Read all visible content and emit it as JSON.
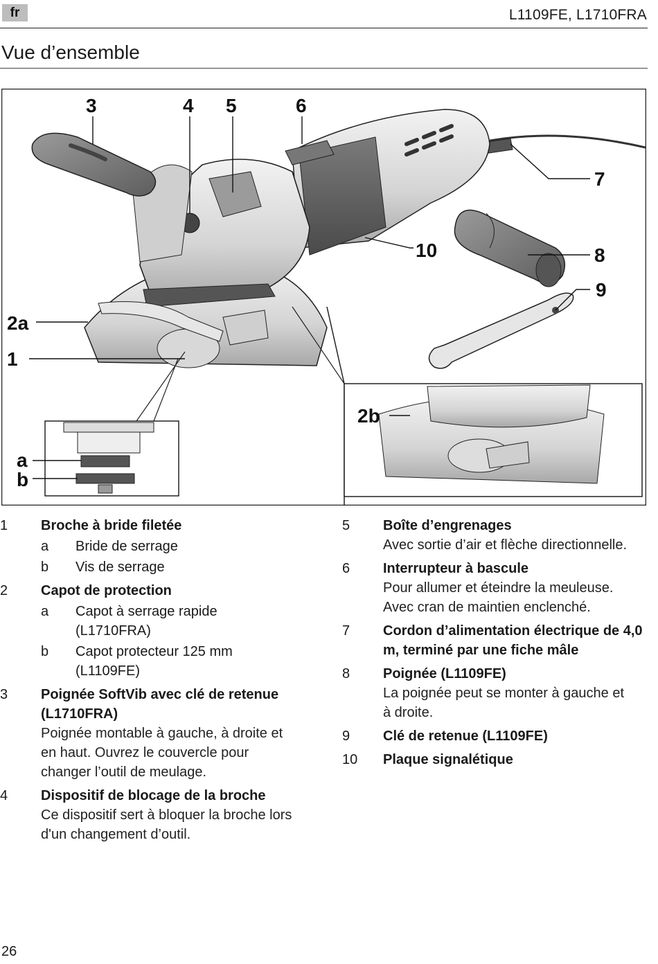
{
  "header": {
    "lang": "fr",
    "models": "L1109FE, L1710FRA"
  },
  "page_title": "Vue d’ensemble",
  "figure": {
    "callouts": {
      "c1": "1",
      "c2a": "2a",
      "c2b": "2b",
      "c3": "3",
      "c4": "4",
      "c5": "5",
      "c6": "6",
      "c7": "7",
      "c8": "8",
      "c9": "9",
      "c10": "10",
      "ca": "a",
      "cb": "b"
    }
  },
  "left_items": [
    {
      "num": "1",
      "title": "Broche à bride filetée",
      "subs": [
        {
          "letter": "a",
          "text": "Bride de serrage"
        },
        {
          "letter": "b",
          "text": "Vis de serrage"
        }
      ]
    },
    {
      "num": "2",
      "title": "Capot de protection",
      "subs": [
        {
          "letter": "a",
          "text": "Capot à serrage rapide (L1710FRA)"
        },
        {
          "letter": "b",
          "text": "Capot protecteur 125 mm (L1109FE)"
        }
      ]
    },
    {
      "num": "3",
      "title": "Poignée SoftVib avec clé de retenue (L1710FRA)",
      "desc": "Poignée montable à gauche, à droite et en haut. Ouvrez le couvercle pour changer l’outil de meulage."
    },
    {
      "num": "4",
      "title": "Dispositif de blocage de la broche",
      "desc": "Ce dispositif sert à bloquer la broche lors d'un changement d’outil."
    }
  ],
  "right_items": [
    {
      "num": "5",
      "title": "Boîte d’engrenages",
      "desc": "Avec sortie d’air et flèche directionnelle."
    },
    {
      "num": "6",
      "title": "Interrupteur à bascule",
      "desc": "Pour allumer et éteindre la meuleuse. Avec cran de maintien enclenché."
    },
    {
      "num": "7",
      "title": "Cordon d’alimentation électrique de 4,0 m, terminé par une fiche mâle"
    },
    {
      "num": "8",
      "title": "Poignée (L1109FE)",
      "desc": "La poignée peut se monter à gauche et à droite."
    },
    {
      "num": "9",
      "title": "Clé de retenue (L1109FE)"
    },
    {
      "num": "10",
      "title": "Plaque signalétique"
    }
  ],
  "page_number": "26"
}
